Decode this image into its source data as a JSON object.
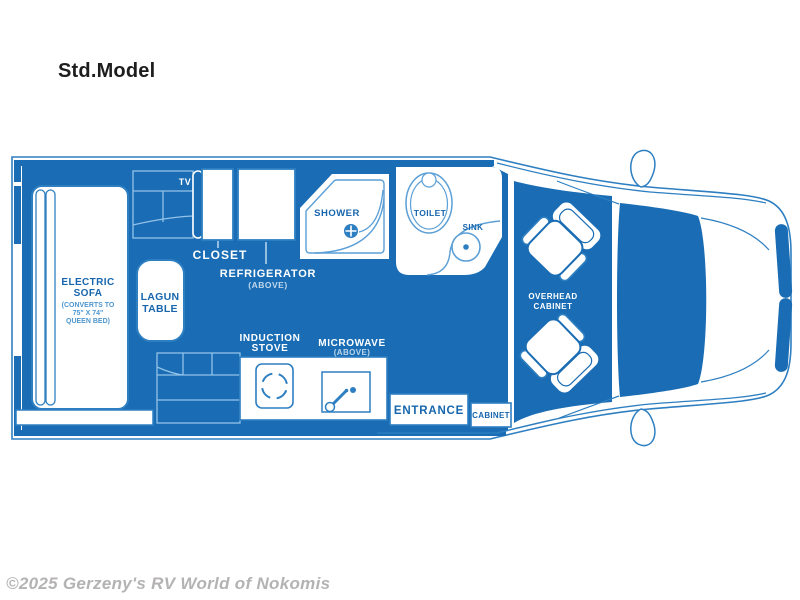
{
  "page": {
    "title": "Std.Model",
    "watermark": "©2025 Gerzeny's RV World of Nokomis"
  },
  "colors": {
    "primary_blue": "#1a6db4",
    "outline_blue": "#2e7fc1",
    "light_line_blue": "#93c2e8",
    "label_blue": "#1766ad",
    "title_text": "#1d1d1d",
    "watermark_gray": "#b4b2b2"
  },
  "floorplan": {
    "labels": {
      "tv": "TV",
      "electric_sofa": {
        "line1": "ELECTRIC",
        "line2": "SOFA",
        "sub1": "(CONVERTS TO",
        "sub2": "75\" X 74\"",
        "sub3": "QUEEN BED)"
      },
      "lagun_table": {
        "line1": "LAGUN",
        "line2": "TABLE"
      },
      "closet": "CLOSET",
      "refrigerator": {
        "line1": "REFRIGERATOR",
        "line2": "(ABOVE)"
      },
      "shower": "SHOWER",
      "toilet": "TOILET",
      "sink": "SINK",
      "induction_stove": {
        "line1": "INDUCTION",
        "line2": "STOVE"
      },
      "microwave": {
        "line1": "MICROWAVE",
        "line2": "(ABOVE)"
      },
      "entrance": "ENTRANCE",
      "cabinet": "CABINET",
      "overhead_cabinet": {
        "line1": "OVERHEAD",
        "line2": "CABINET"
      }
    }
  }
}
